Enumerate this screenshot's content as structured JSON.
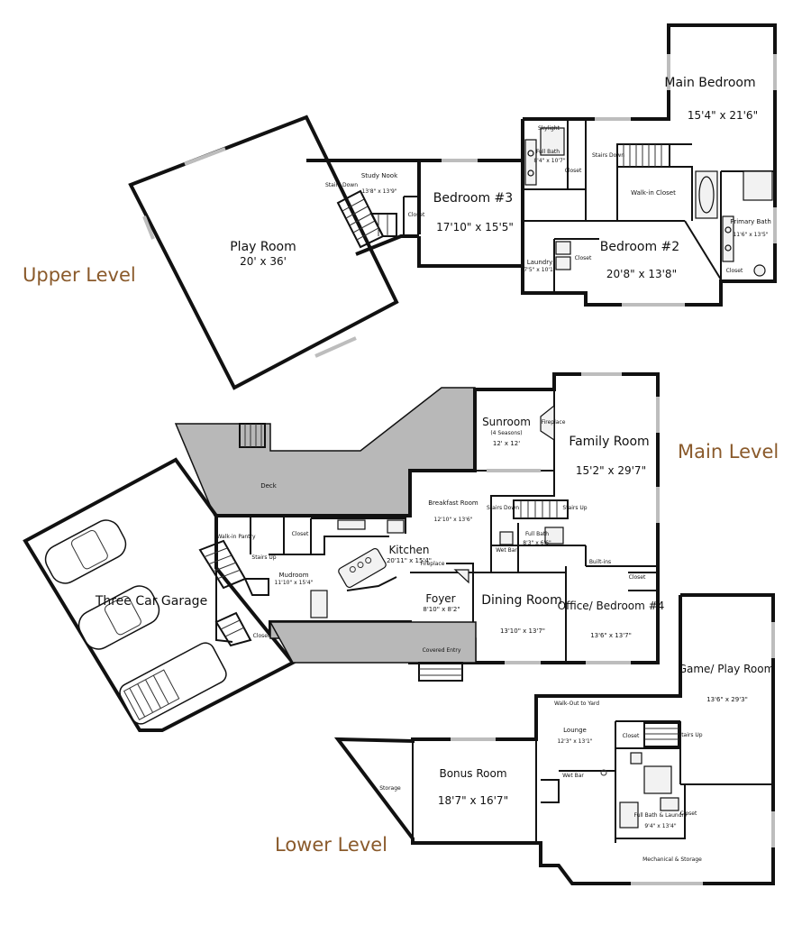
{
  "levels": {
    "upper": "Upper Level",
    "main": "Main Level",
    "lower": "Lower Level"
  },
  "rooms": {
    "main_bedroom": {
      "name": "Main Bedroom",
      "dim": "15'4\" x 21'6\""
    },
    "full_bath_up": {
      "name": "Full Bath",
      "dim": "8'4\" x 10'7\""
    },
    "skylight": "Skylight",
    "closet": "Closet",
    "stairs_down": "Stairs Down",
    "stairs_up": "Stairs Up",
    "walk_in_closet": "Walk-in Closet",
    "primary_bath": {
      "name": "Primary Bath",
      "dim": "11'6\" x 13'5\""
    },
    "bedroom2": {
      "name": "Bedroom #2",
      "dim": "20'8\" x 13'8\""
    },
    "laundry": {
      "name": "Laundry",
      "dim": "7'5\" x 10'1\""
    },
    "bedroom3": {
      "name": "Bedroom #3",
      "dim": "17'10\" x 15'5\""
    },
    "study_nook": {
      "name": "Study Nook",
      "dim": "13'8\" x 13'9\""
    },
    "play_room": {
      "name": "Play Room",
      "dim": "20' x 36'"
    },
    "sunroom": {
      "name": "Sunroom",
      "sub": "(4 Seasons)",
      "dim": "12' x 12'"
    },
    "fireplace": "Fireplace",
    "family_room": {
      "name": "Family Room",
      "dim": "15'2\" x 29'7\""
    },
    "breakfast_room": {
      "name": "Breakfast Room",
      "dim": "12'10\" x 13'6\""
    },
    "deck": "Deck",
    "full_bath_main": {
      "name": "Full Bath",
      "dim": "8'3\" x 6'6\""
    },
    "wet_bar": "Wet Bar",
    "built_ins": "Built-ins",
    "walk_in_pantry": "Walk-in Pantry",
    "kitchen": {
      "name": "Kitchen",
      "dim": "20'11\" x 15'4\""
    },
    "mudroom": {
      "name": "Mudroom",
      "dim": "11'10\" x 15'4\""
    },
    "garage": "Three Car Garage",
    "foyer": {
      "name": "Foyer",
      "dim": "8'10\" x 8'2\""
    },
    "dining_room": {
      "name": "Dining Room",
      "dim": "13'10\" x 13'7\""
    },
    "office": {
      "name": "Office/ Bedroom #4",
      "dim": "13'6\" x 13'7\""
    },
    "covered_entry": "Covered Entry",
    "game_room": {
      "name": "Game/ Play Room",
      "dim": "13'6\" x 29'3\""
    },
    "walk_out": "Walk-Out to Yard",
    "lounge": {
      "name": "Lounge",
      "dim": "12'3\" x 13'1\""
    },
    "bonus_room": {
      "name": "Bonus Room",
      "dim": "18'7\" x 16'7\""
    },
    "storage": "Storage",
    "full_bath_laundry": {
      "name": "Full Bath & Laundry",
      "dim": "9'4\" x 13'4\""
    },
    "mechanical": "Mechanical & Storage"
  },
  "colors": {
    "level_label": "#8a5a2b",
    "deck_fill": "#b8b8b8",
    "wall": "#111111"
  }
}
